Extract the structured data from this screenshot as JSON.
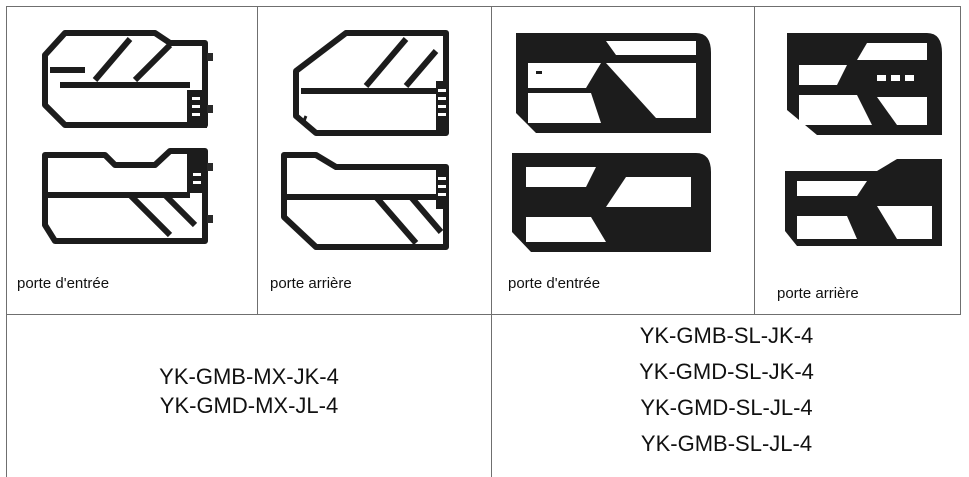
{
  "cells": [
    {
      "caption": "porte d'entrée",
      "door_style": "tube",
      "position": "front"
    },
    {
      "caption": "porte arrière",
      "door_style": "tube",
      "position": "rear"
    },
    {
      "caption": "porte d'entrée",
      "door_style": "mesh",
      "position": "front"
    },
    {
      "caption": "porte arrière",
      "door_style": "mesh",
      "position": "rear"
    }
  ],
  "models": {
    "left": [
      "YK-GMB-MX-JK-4",
      "YK-GMD-MX-JL-4"
    ],
    "right": [
      "YK-GMB-SL-JK-4",
      "YK-GMD-SL-JK-4",
      "YK-GMD-SL-JL-4",
      "YK-GMB-SL-JL-4"
    ]
  },
  "colors": {
    "door": "#1c1c1c",
    "hinge": "#2a2a2a",
    "border": "#6f6f6f"
  }
}
